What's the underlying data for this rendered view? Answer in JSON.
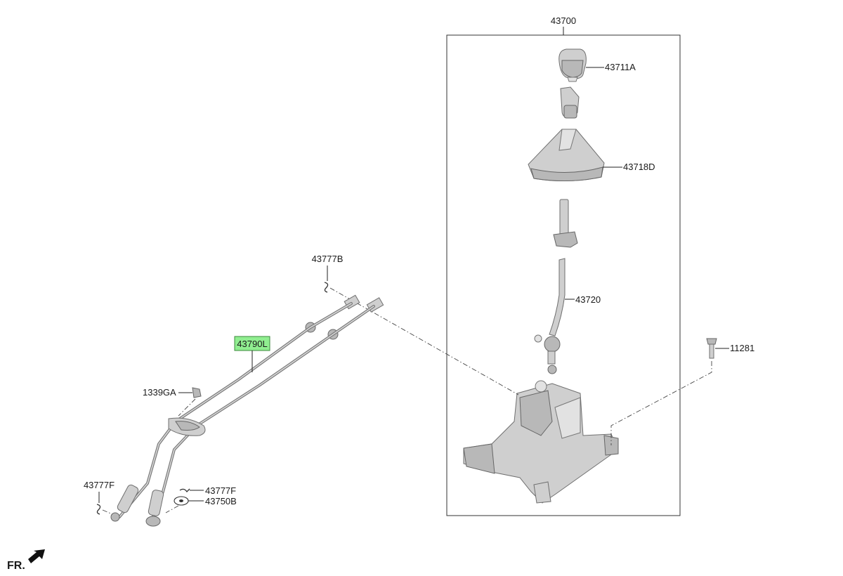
{
  "diagram": {
    "assembly_label": "43700",
    "highlight_color": "#90EE90",
    "parts": {
      "knob": "43711A",
      "boot": "43718D",
      "lever": "43720",
      "bolt": "11281",
      "cable_assy": "43790L",
      "clip_top": "43777B",
      "grommet": "1339GA",
      "clip_left": "43777F",
      "clip_right": "43777F",
      "washer": "43750B"
    },
    "direction_label": "FR."
  }
}
